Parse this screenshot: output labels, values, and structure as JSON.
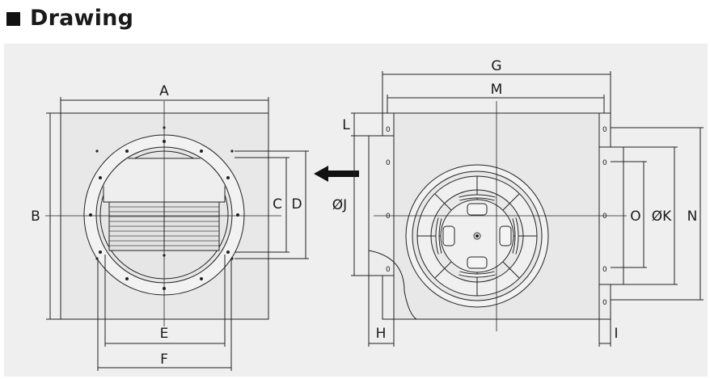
{
  "page": {
    "title": "Drawing"
  },
  "drawing": {
    "labels": {
      "A": "A",
      "B": "B",
      "C": "C",
      "D": "D",
      "E": "E",
      "F": "F",
      "G": "G",
      "M": "M",
      "L": "L",
      "J": "ØJ",
      "O": "O",
      "K": "ØK",
      "N": "N",
      "H": "H",
      "I": "I"
    },
    "hole_mark": "0"
  }
}
